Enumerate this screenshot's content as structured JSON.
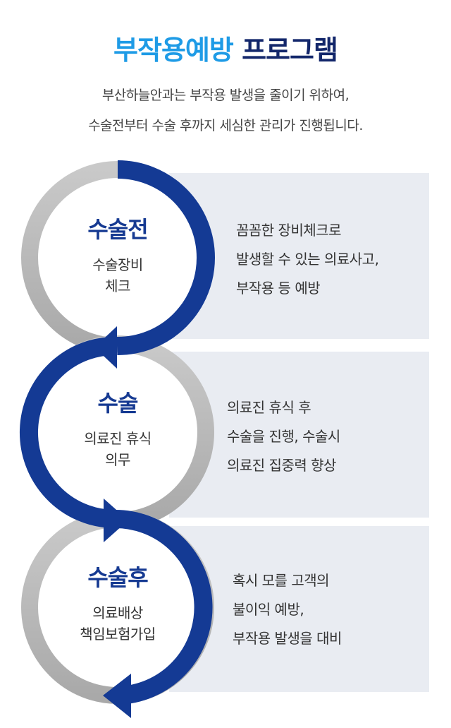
{
  "title": {
    "part1": "부작용예방",
    "part2": "프로그램"
  },
  "subtitle": [
    "부산하늘안과는 부작용 발생을 줄이기 위하여,",
    "수술전부터 수술 후까지 세심한 관리가 진행됩니다."
  ],
  "steps": [
    {
      "heading": "수술전",
      "sub": [
        "수술장비",
        "체크"
      ],
      "desc": [
        "꼼꼼한 장비체크로",
        "발생할 수 있는 의료사고,",
        "부작용 등 예방"
      ]
    },
    {
      "heading": "수술",
      "sub": [
        "의료진 휴식",
        "의무"
      ],
      "desc": [
        "의료진 휴식 후",
        "수술을 진행, 수술시",
        "의료진 집중력 향상"
      ]
    },
    {
      "heading": "수술후",
      "sub": [
        "의료배상",
        "책임보험가입"
      ],
      "desc": [
        "혹시 모를 고객의",
        "불이익 예방,",
        "부작용 발생을 대비"
      ]
    }
  ],
  "colors": {
    "accent": "#1e9be6",
    "navy": "#163a92",
    "box": "#e9ecf2"
  }
}
